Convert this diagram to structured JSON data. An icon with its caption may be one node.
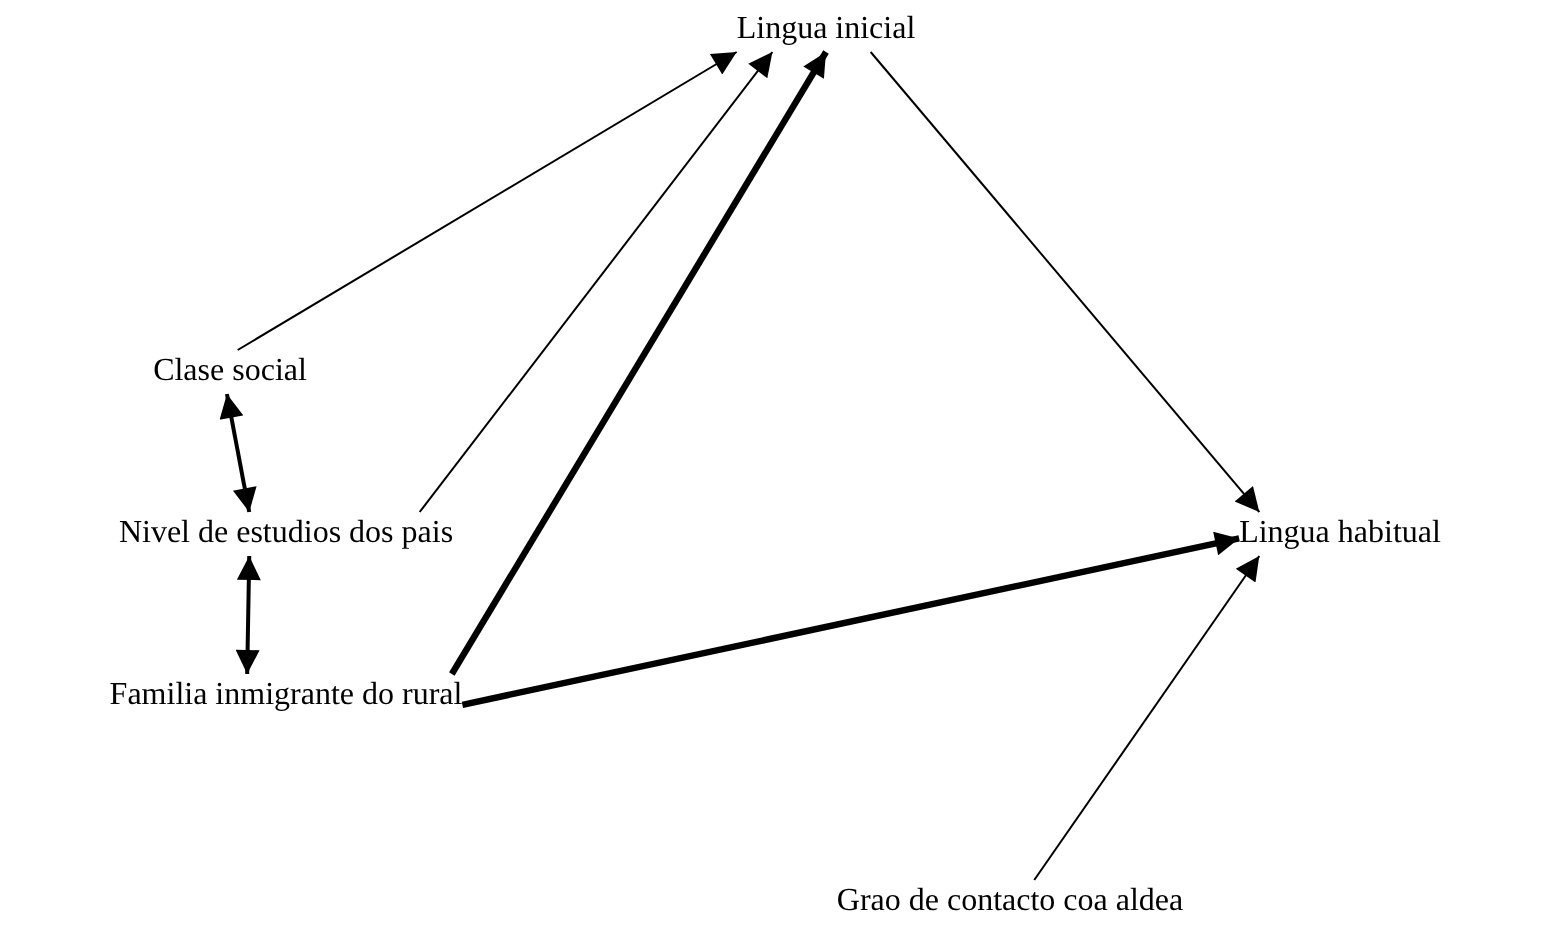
{
  "diagram": {
    "nodes": [
      {
        "text": [
          "Lingua inicial"
        ]
      },
      {
        "text": [
          "Clase social"
        ]
      },
      {
        "text": [
          "Nivel de estudios dos pais"
        ]
      },
      {
        "text": [
          "Familia inmigrante do rural"
        ]
      },
      {
        "text": [
          "Lingua habitual"
        ]
      },
      {
        "text": [
          "Grao de contacto coa aldea"
        ]
      }
    ],
    "edges": [
      {
        "from": 1,
        "to": 0,
        "arrow": "to"
      },
      {
        "from": 2,
        "to": 0,
        "arrow": "to"
      },
      {
        "from": 3,
        "to": 0,
        "arrow": "to",
        "style": "thick"
      },
      {
        "from": 0,
        "to": 4,
        "arrow": "to"
      },
      {
        "from": 3,
        "to": 4,
        "arrow": "to",
        "style": "thick"
      },
      {
        "from": 5,
        "to": 4,
        "arrow": "to"
      },
      {
        "from": 1,
        "to": 2,
        "arrow": "both"
      },
      {
        "from": 2,
        "to": 3,
        "arrow": "both"
      }
    ]
  }
}
